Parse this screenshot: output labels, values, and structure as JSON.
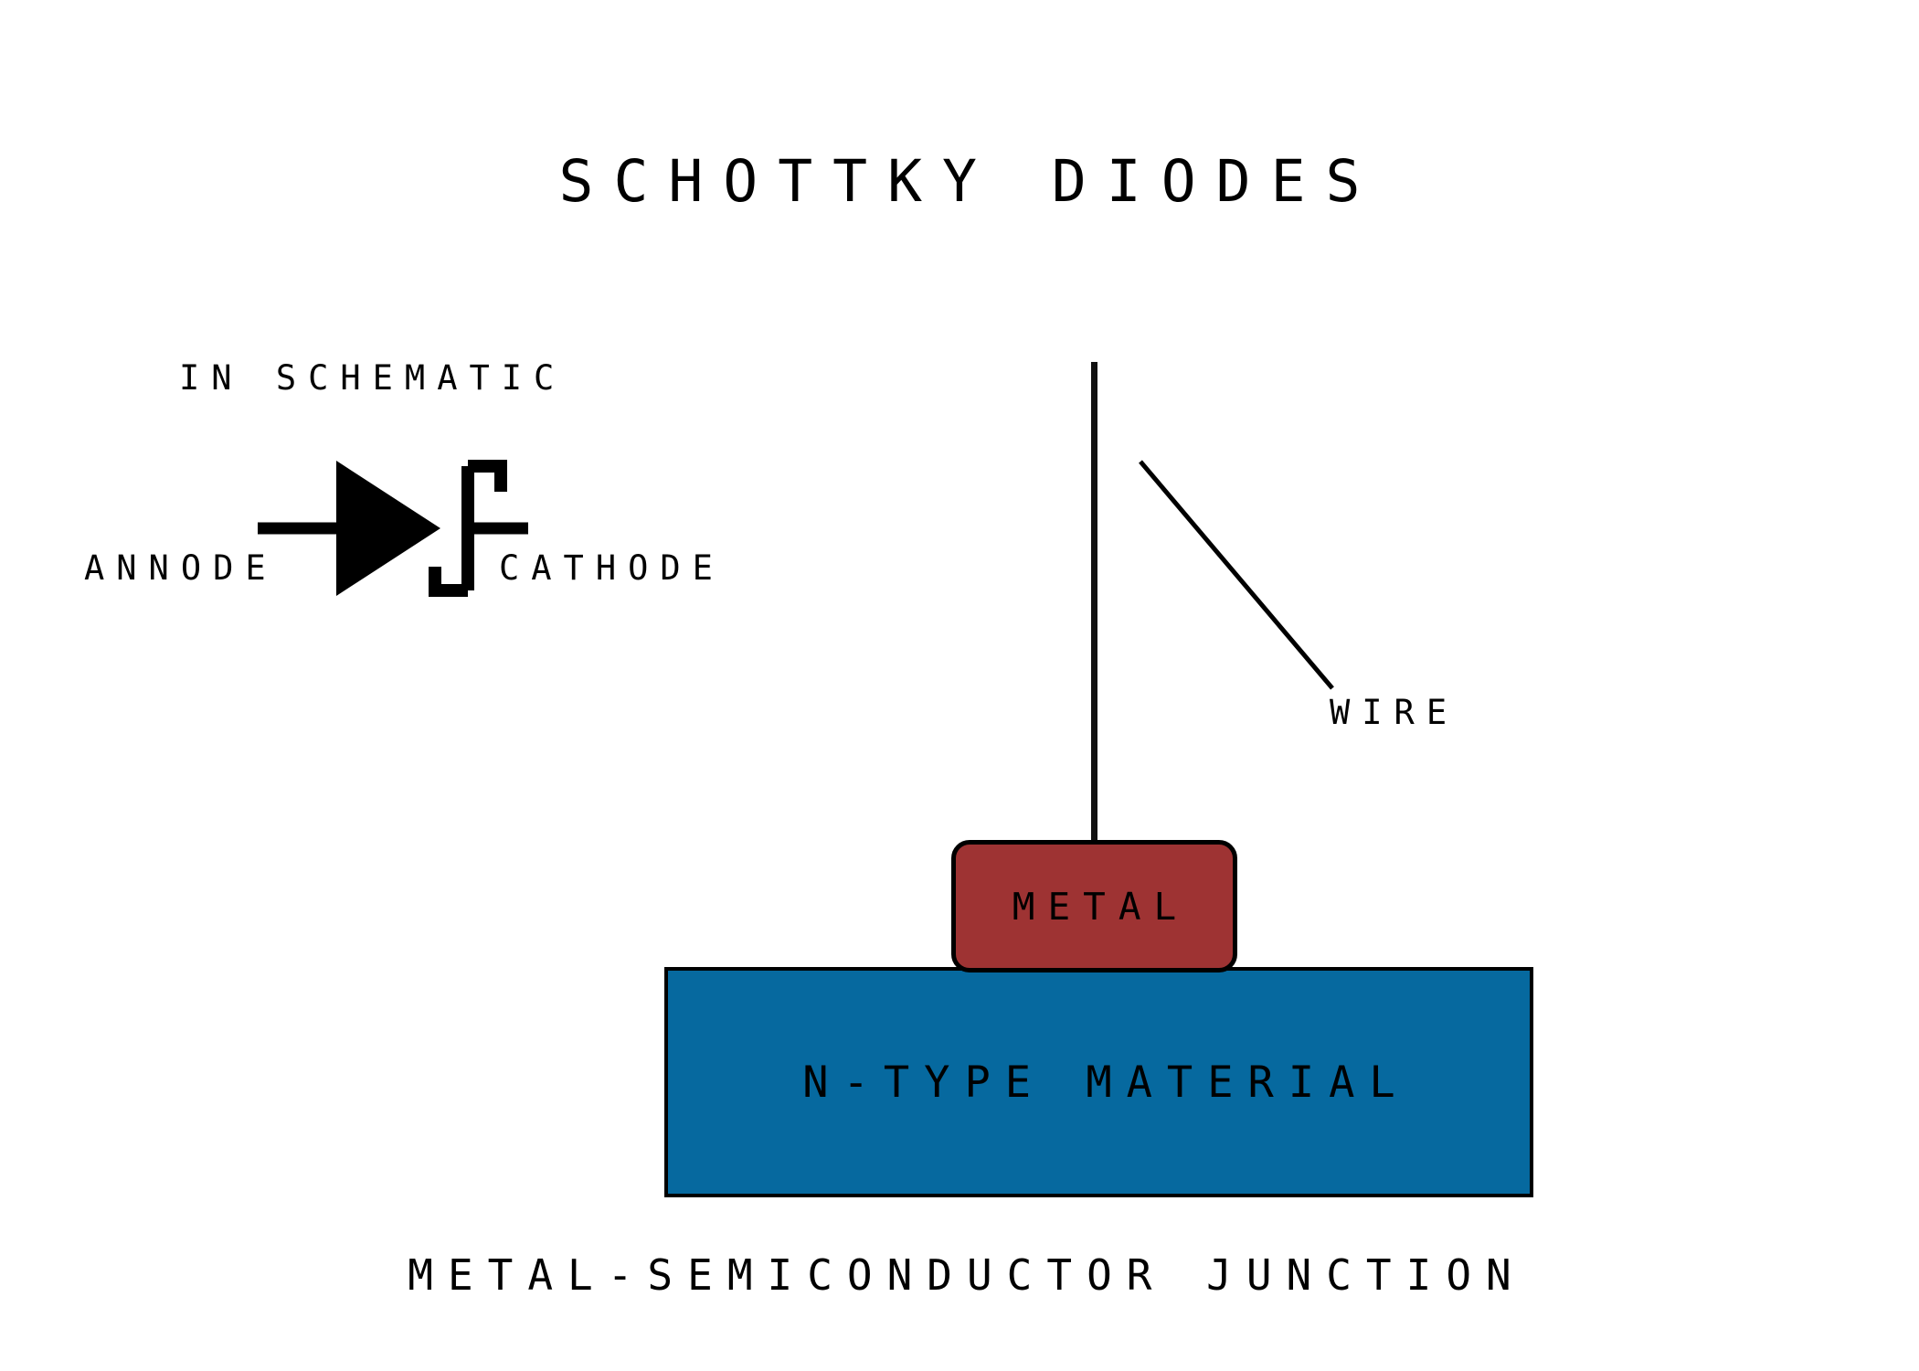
{
  "figure": {
    "title": "SCHOTTKY DIODES",
    "background_color": "#FFFFFF",
    "caption": "METAL-SEMICONDUCTOR JUNCTION"
  },
  "schematic": {
    "section_label": "IN SCHEMATIC",
    "anode_label": "ANNODE",
    "cathode_label": "CATHODE",
    "symbol_name": "schottky-diode-symbol",
    "symbol_color": "#000000"
  },
  "device": {
    "wire_label": "WIRE",
    "wire_color": "#111111",
    "metal": {
      "label": "METAL",
      "fill": "#9E3333",
      "stroke": "#000000"
    },
    "semiconductor": {
      "label": "N-TYPE MATERIAL",
      "fill": "#06699F",
      "stroke": "#000000"
    }
  }
}
